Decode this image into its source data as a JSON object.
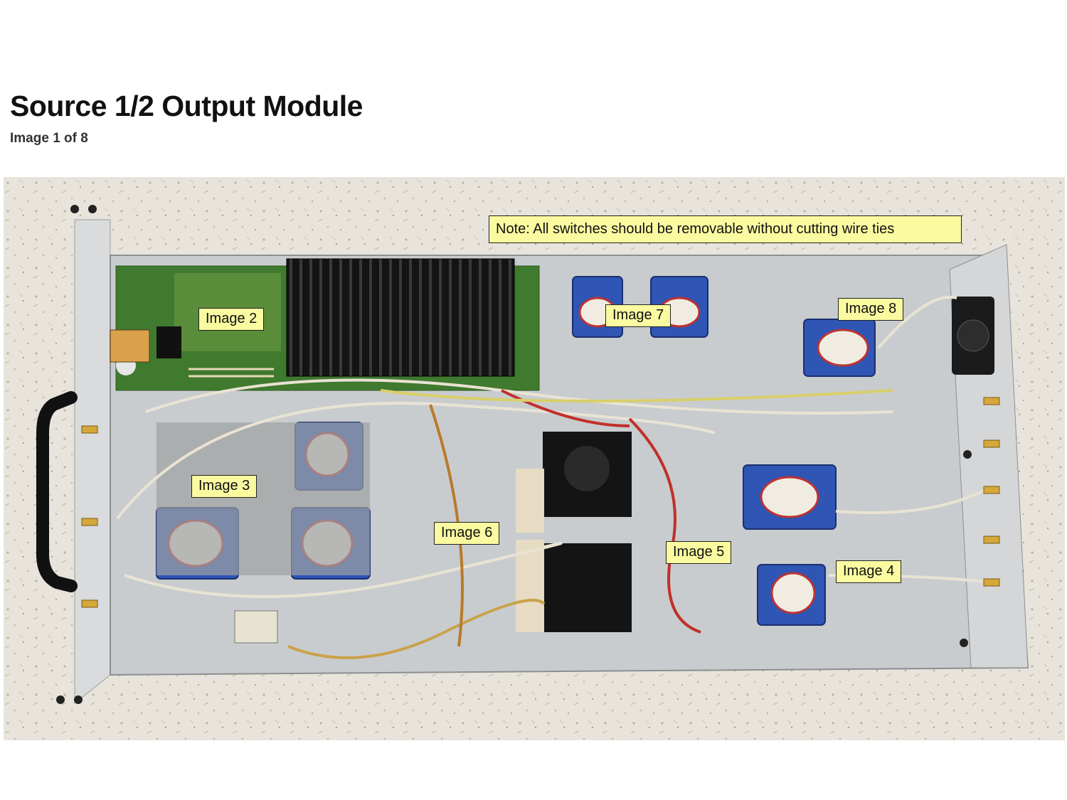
{
  "page": {
    "title": "Source 1/2 Output Module",
    "subtitle": "Image 1 of 8"
  },
  "callouts": {
    "note": "Note: All switches should be removable without cutting wire ties",
    "image2": "Image 2",
    "image3": "Image 3",
    "image4": "Image 4",
    "image5": "Image 5",
    "image6": "Image 6",
    "image7": "Image 7",
    "image8": "Image 8"
  },
  "colors": {
    "callout_bg": "#fafaa0",
    "panel": "#c9ccce",
    "circuit_board": "#3f7a2e",
    "heatsink": "#111111",
    "switch_body": "#2f55b5"
  }
}
